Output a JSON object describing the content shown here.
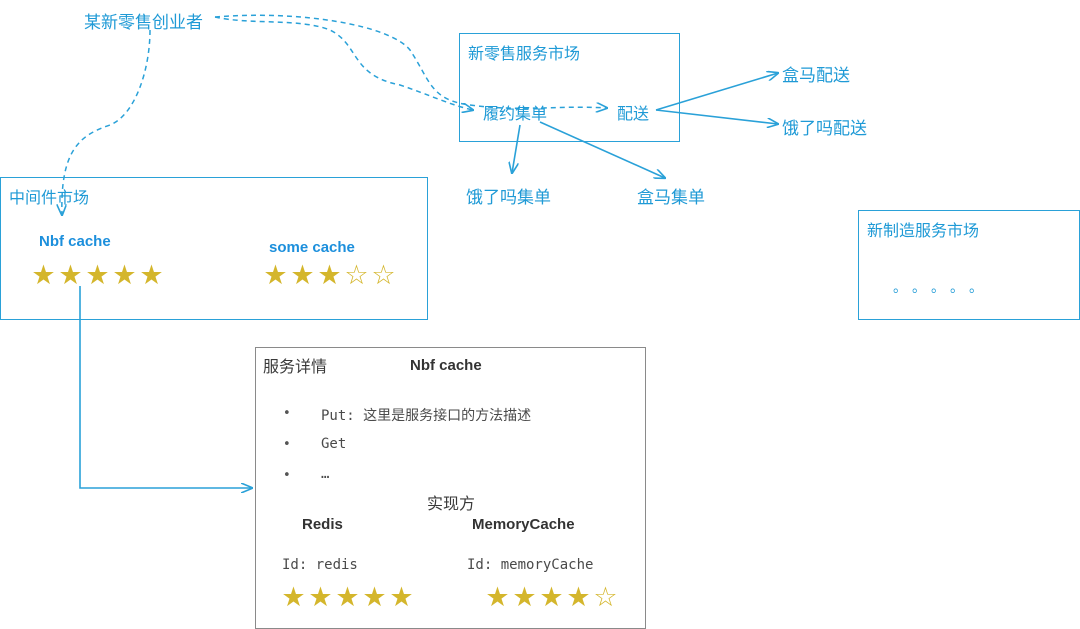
{
  "actor": {
    "label": "某新零售创业者"
  },
  "retail_market": {
    "title": "新零售服务市场",
    "fulfill": "履约集单",
    "delivery": "配送"
  },
  "external": {
    "hema_delivery": "盒马配送",
    "eleme_delivery": "饿了吗配送",
    "eleme_order": "饿了吗集单",
    "hema_order": "盒马集单"
  },
  "middleware_market": {
    "title": "中间件市场",
    "services": [
      {
        "name": "Nbf cache",
        "rating": 5,
        "max": 5
      },
      {
        "name": "some cache",
        "rating": 3,
        "max": 5
      }
    ]
  },
  "manufacturing_market": {
    "title": "新制造服务市场",
    "ellipsis": "。。。。。"
  },
  "detail": {
    "title": "服务详情",
    "service_name": "Nbf cache",
    "methods": [
      "Put: 这里是服务接口的方法描述",
      "Get",
      "…"
    ],
    "implementers_label": "实现方",
    "implementers": [
      {
        "name": "Redis",
        "id": "Id: redis",
        "rating": 5,
        "max": 5
      },
      {
        "name": "MemoryCache",
        "id": "Id: memoryCache",
        "rating": 4,
        "max": 5
      }
    ]
  },
  "colors": {
    "blue": "#2aa1d8",
    "gray_border": "#8a8a8a",
    "star": "#d4b62c"
  }
}
